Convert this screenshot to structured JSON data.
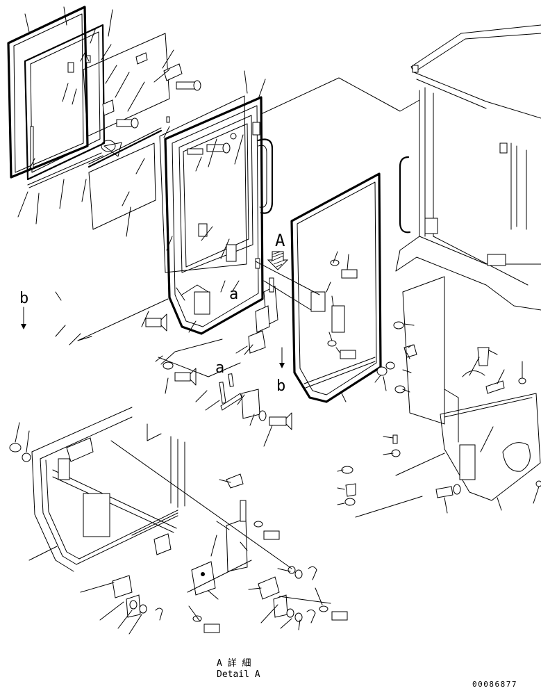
{
  "letters": {
    "A": "A",
    "a_upper": "a",
    "a_lower": "a",
    "b_left": "b",
    "b_mid": "b"
  },
  "detail": {
    "title_jp": "A 詳 細",
    "title_en": "Detail A"
  },
  "drawing_number": "00086877",
  "colors": {
    "line": "#000000",
    "background": "#ffffff"
  },
  "icons": {
    "view_arrow": "hatched-arrow-icon"
  }
}
